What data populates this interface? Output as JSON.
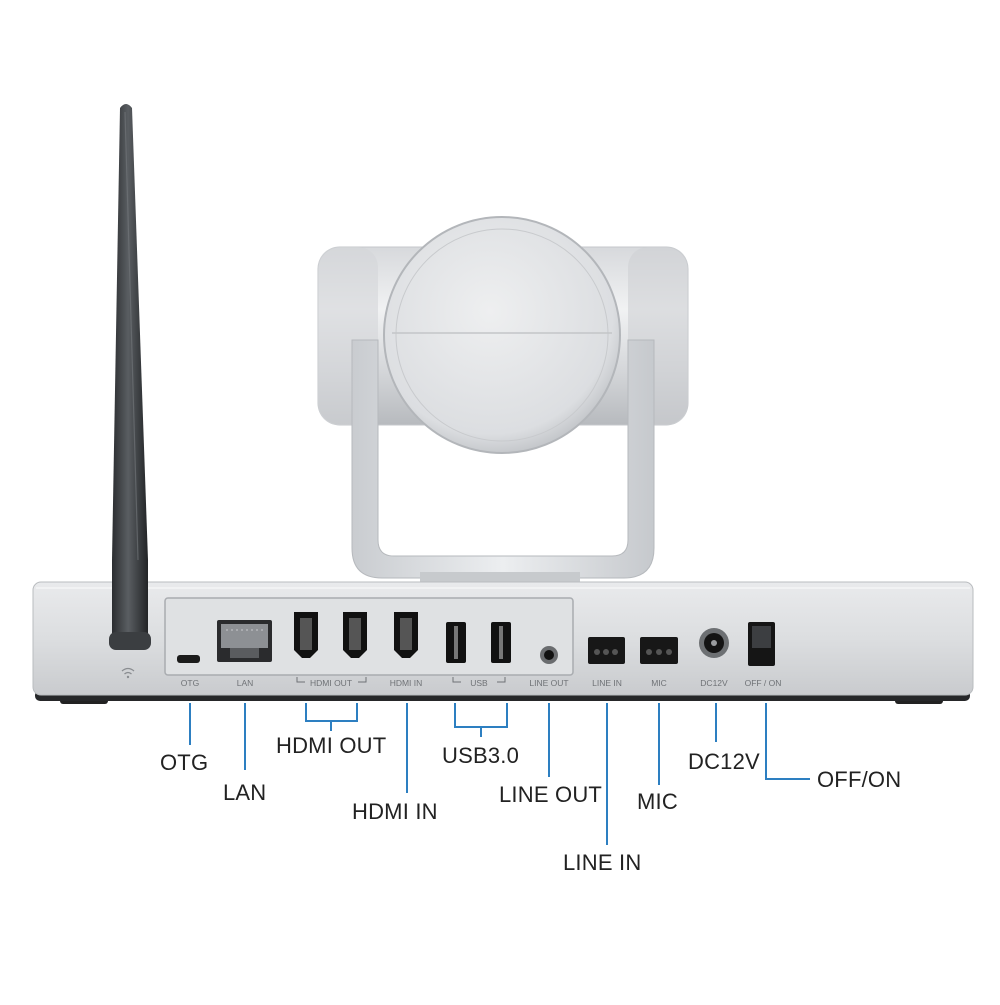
{
  "panel_labels": {
    "otg": "OTG",
    "lan": "LAN",
    "hdmi_out": "HDMI  OUT",
    "hdmi_in": "HDMI  IN",
    "usb": "USB",
    "line_out": "LINE OUT",
    "line_in": "LINE IN",
    "mic": "MIC",
    "dc12v": "DC12V",
    "off_on": "OFF / ON"
  },
  "callouts": {
    "otg": "OTG",
    "lan": "LAN",
    "hdmi_out": "HDMI OUT",
    "hdmi_in": "HDMI IN",
    "usb3": "USB3.0",
    "line_out": "LINE OUT",
    "line_in": "LINE IN",
    "mic": "MIC",
    "dc12v": "DC12V",
    "off_on": "OFF/ON"
  },
  "colors": {
    "leader_line": "#2d7fc1",
    "body_silver": "#d9dbde",
    "antenna": "#3a3d40",
    "port_black": "#111111"
  },
  "icons": {
    "wifi": "wifi-icon"
  }
}
